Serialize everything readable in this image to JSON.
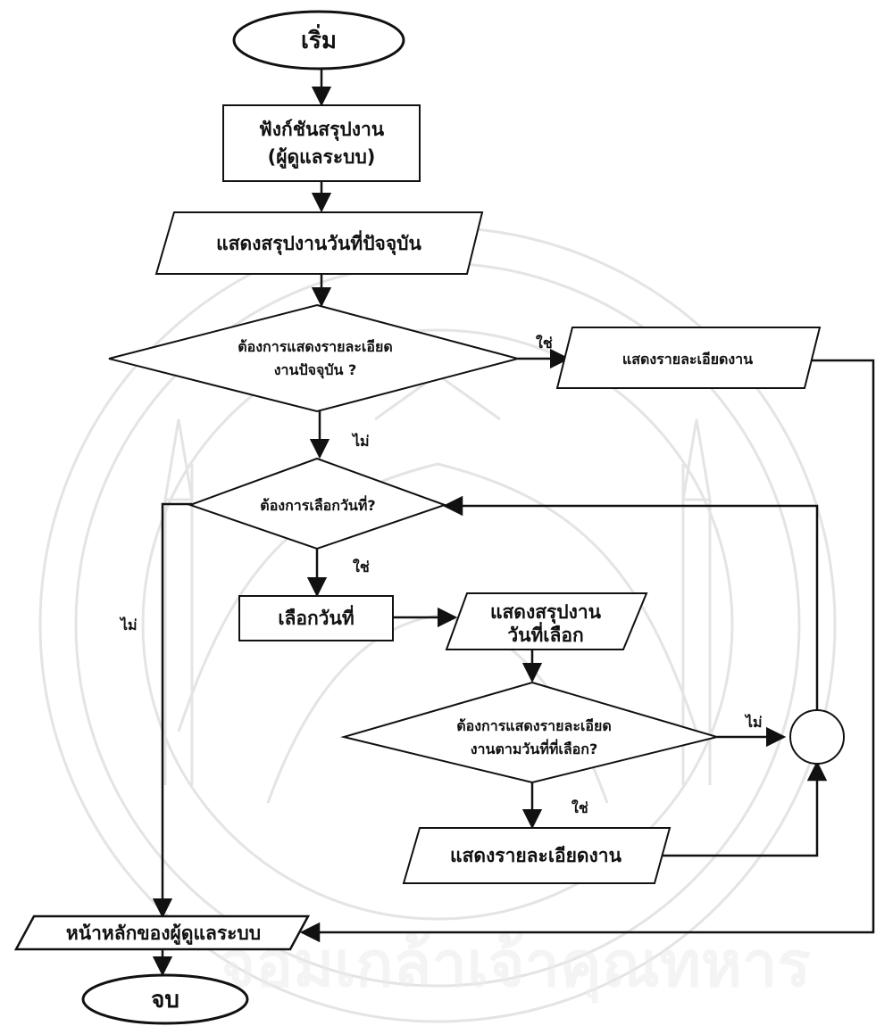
{
  "nodes": {
    "start": "เริ่ม",
    "func": [
      "ฟังก์ชันสรุปงาน",
      "(ผู้ดูแลระบบ)"
    ],
    "show_today": "แสดงสรุปงานวันที่ปัจจุบัน",
    "q_today": [
      "ต้องการแสดงรายละเอียด",
      "งานปัจจุบัน ?"
    ],
    "detail_right": "แสดงรายละเอียดงาน",
    "q_date": "ต้องการเลือกวันที่?",
    "select_date": "เลือกวันที่",
    "show_selected": [
      "แสดงสรุปงาน",
      "วันที่เลือก"
    ],
    "q_selected": [
      "ต้องการแสดงรายละเอียด",
      "งานตามวันที่ที่เลือก?"
    ],
    "detail_bottom": "แสดงรายละเอียดงาน",
    "home": "หน้าหลักของผู้ดูแลระบบ",
    "end": "จบ"
  },
  "edges": {
    "yes_today": "ใช่",
    "no_today": "ไม่",
    "yes_date": "ใช่",
    "no_date": "ไม่",
    "yes_selected": "ใช่",
    "no_selected": "ไม่"
  },
  "watermark": "จอมเกล้าเจ้าคุณทหาร",
  "colors": {
    "line": "#111111",
    "fill": "#ffffff",
    "watermark": "#e4e4e4"
  }
}
